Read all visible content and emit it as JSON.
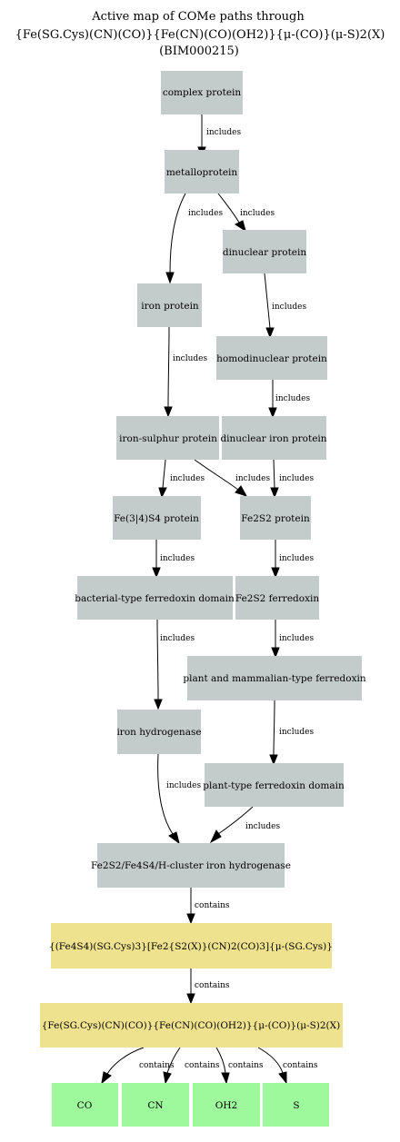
{
  "title": {
    "line1": "Active map of COMe paths through",
    "line2": "{Fe(SG.Cys)(CN)(CO)}{Fe(CN)(CO)(OH2)}{μ-(CO)}(μ-S)2(X)",
    "line3": "(BIM000215)"
  },
  "colors": {
    "protein": "#c4cccb",
    "cluster": "#efe28e",
    "ligand": "#9ef89c"
  },
  "nodes": {
    "complex_protein": {
      "label": "complex protein",
      "kind": "protein"
    },
    "metalloprotein": {
      "label": "metalloprotein",
      "kind": "protein"
    },
    "dinuclear_protein": {
      "label": "dinuclear protein",
      "kind": "protein"
    },
    "iron_protein": {
      "label": "iron protein",
      "kind": "protein"
    },
    "homodinuclear_protein": {
      "label": "homodinuclear protein",
      "kind": "protein"
    },
    "iron_sulphur_protein": {
      "label": "iron-sulphur protein",
      "kind": "protein"
    },
    "dinuclear_iron_protein": {
      "label": "dinuclear iron protein",
      "kind": "protein"
    },
    "fe34s4_protein": {
      "label": "Fe(3|4)S4 protein",
      "kind": "protein"
    },
    "fe2s2_protein": {
      "label": "Fe2S2 protein",
      "kind": "protein"
    },
    "bacterial_ferredoxin_domain": {
      "label": "bacterial-type ferredoxin domain",
      "kind": "protein"
    },
    "fe2s2_ferredoxin": {
      "label": "Fe2S2 ferredoxin",
      "kind": "protein"
    },
    "plant_mammalian_ferredoxin": {
      "label": "plant and mammalian-type ferredoxin",
      "kind": "protein"
    },
    "iron_hydrogenase": {
      "label": "iron hydrogenase",
      "kind": "protein"
    },
    "plant_ferredoxin_domain": {
      "label": "plant-type ferredoxin domain",
      "kind": "protein"
    },
    "h_cluster_hydrogenase": {
      "label": "Fe2S2/Fe4S4/H-cluster iron hydrogenase",
      "kind": "protein"
    },
    "h_cluster": {
      "label": "{(Fe4S4)(SG.Cys)3}[Fe2{S2(X)}(CN)2(CO)3]{μ-(SG.Cys)}",
      "kind": "cluster"
    },
    "subcluster": {
      "label": "{Fe(SG.Cys)(CN)(CO)}{Fe(CN)(CO)(OH2)}{μ-(CO)}(μ-S)2(X)",
      "kind": "cluster"
    },
    "co": {
      "label": "CO",
      "kind": "ligand"
    },
    "cn": {
      "label": "CN",
      "kind": "ligand"
    },
    "oh2": {
      "label": "OH2",
      "kind": "ligand"
    },
    "s": {
      "label": "S",
      "kind": "ligand"
    }
  },
  "edges": {
    "e01": {
      "from": "complex_protein",
      "to": "metalloprotein",
      "label": "includes"
    },
    "e02": {
      "from": "metalloprotein",
      "to": "iron_protein",
      "label": "includes"
    },
    "e03": {
      "from": "metalloprotein",
      "to": "dinuclear_protein",
      "label": "includes"
    },
    "e04": {
      "from": "dinuclear_protein",
      "to": "homodinuclear_protein",
      "label": "includes"
    },
    "e05": {
      "from": "iron_protein",
      "to": "iron_sulphur_protein",
      "label": "includes"
    },
    "e06": {
      "from": "homodinuclear_protein",
      "to": "dinuclear_iron_protein",
      "label": "includes"
    },
    "e07": {
      "from": "iron_sulphur_protein",
      "to": "fe34s4_protein",
      "label": "includes"
    },
    "e08": {
      "from": "iron_sulphur_protein",
      "to": "fe2s2_protein",
      "label": "includes"
    },
    "e09": {
      "from": "dinuclear_iron_protein",
      "to": "fe2s2_protein",
      "label": "includes"
    },
    "e10": {
      "from": "fe34s4_protein",
      "to": "bacterial_ferredoxin_domain",
      "label": "includes"
    },
    "e11": {
      "from": "fe2s2_protein",
      "to": "fe2s2_ferredoxin",
      "label": "includes"
    },
    "e12": {
      "from": "fe2s2_ferredoxin",
      "to": "plant_mammalian_ferredoxin",
      "label": "includes"
    },
    "e13": {
      "from": "bacterial_ferredoxin_domain",
      "to": "iron_hydrogenase",
      "label": "includes"
    },
    "e14": {
      "from": "plant_mammalian_ferredoxin",
      "to": "plant_ferredoxin_domain",
      "label": "includes"
    },
    "e15": {
      "from": "iron_hydrogenase",
      "to": "h_cluster_hydrogenase",
      "label": "includes"
    },
    "e16": {
      "from": "plant_ferredoxin_domain",
      "to": "h_cluster_hydrogenase",
      "label": "includes"
    },
    "e17": {
      "from": "h_cluster_hydrogenase",
      "to": "h_cluster",
      "label": "contains"
    },
    "e18": {
      "from": "h_cluster",
      "to": "subcluster",
      "label": "contains"
    },
    "e19": {
      "from": "subcluster",
      "to": "co",
      "label": "contains"
    },
    "e20": {
      "from": "subcluster",
      "to": "cn",
      "label": "contains"
    },
    "e21": {
      "from": "subcluster",
      "to": "oh2",
      "label": "contains"
    },
    "e22": {
      "from": "subcluster",
      "to": "s",
      "label": "contains"
    }
  }
}
